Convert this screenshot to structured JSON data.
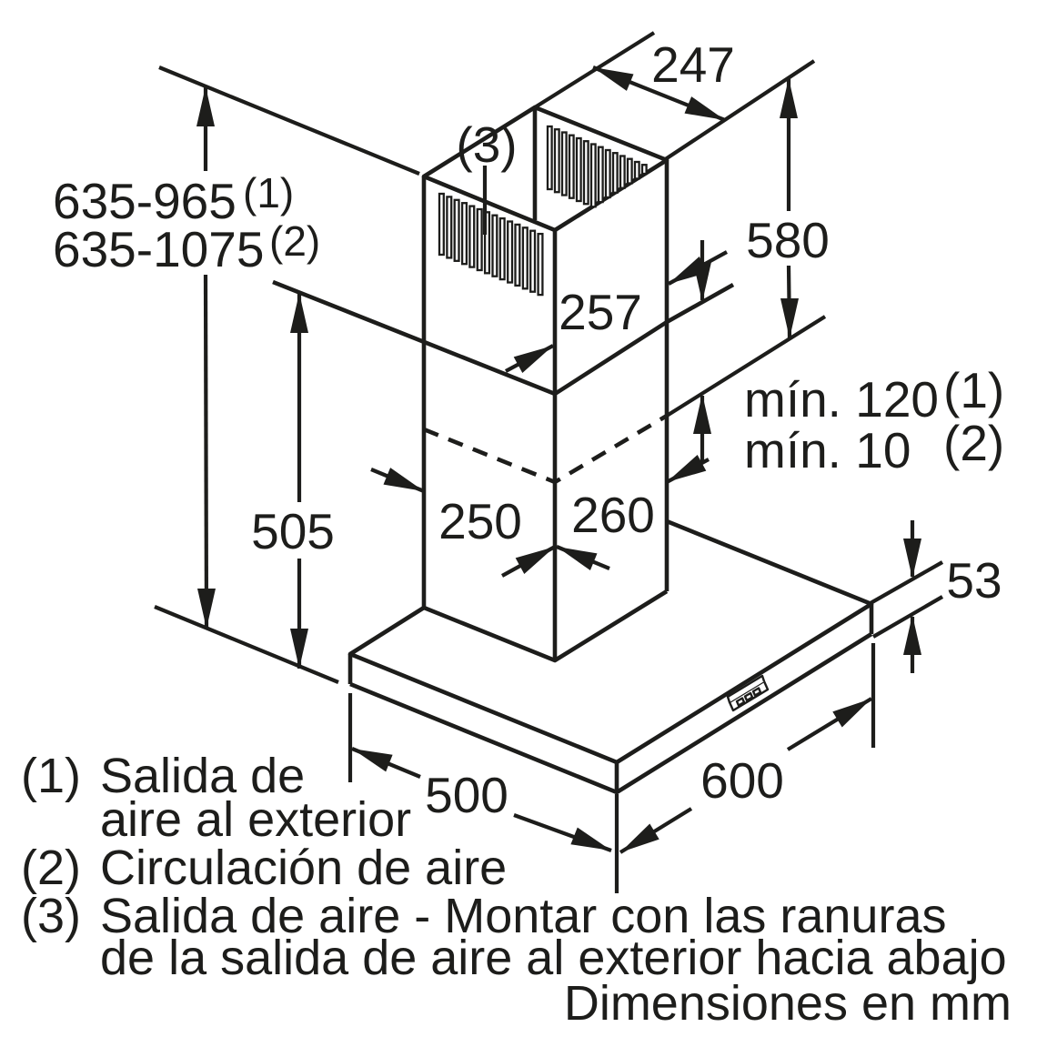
{
  "colors": {
    "ink": "#1d1d1b",
    "background": "#ffffff"
  },
  "dimensions": {
    "duct_height_air_out": "635-965",
    "duct_height_air_out_ref": "(1)",
    "duct_height_recirc": "635-1075",
    "duct_height_recirc_ref": "(2)",
    "lower_duct_height": "505",
    "duct_top_depth": "247",
    "upper_duct_height": "580",
    "upper_duct_width": "257",
    "lower_duct_depth": "250",
    "lower_duct_width": "260",
    "min_overlap_air_out": "mín. 120",
    "min_overlap_air_out_ref": "(1)",
    "min_overlap_recirc": "mín. 10",
    "min_overlap_recirc_ref": "(2)",
    "canopy_height": "53",
    "canopy_depth": "500",
    "canopy_width": "600",
    "air_outlet_ref": "(3)"
  },
  "legend": {
    "item1_ref": "(1)",
    "item1_line1": "Salida de",
    "item1_line2": "aire al exterior",
    "item2_ref": "(2)",
    "item2_line1": "Circulación de aire",
    "item3_ref": "(3)",
    "item3_line1": "Salida de aire - Montar con las ranuras",
    "item3_line2": "de la salida de aire al exterior hacia abajo",
    "units_note": "Dimensiones en mm"
  }
}
